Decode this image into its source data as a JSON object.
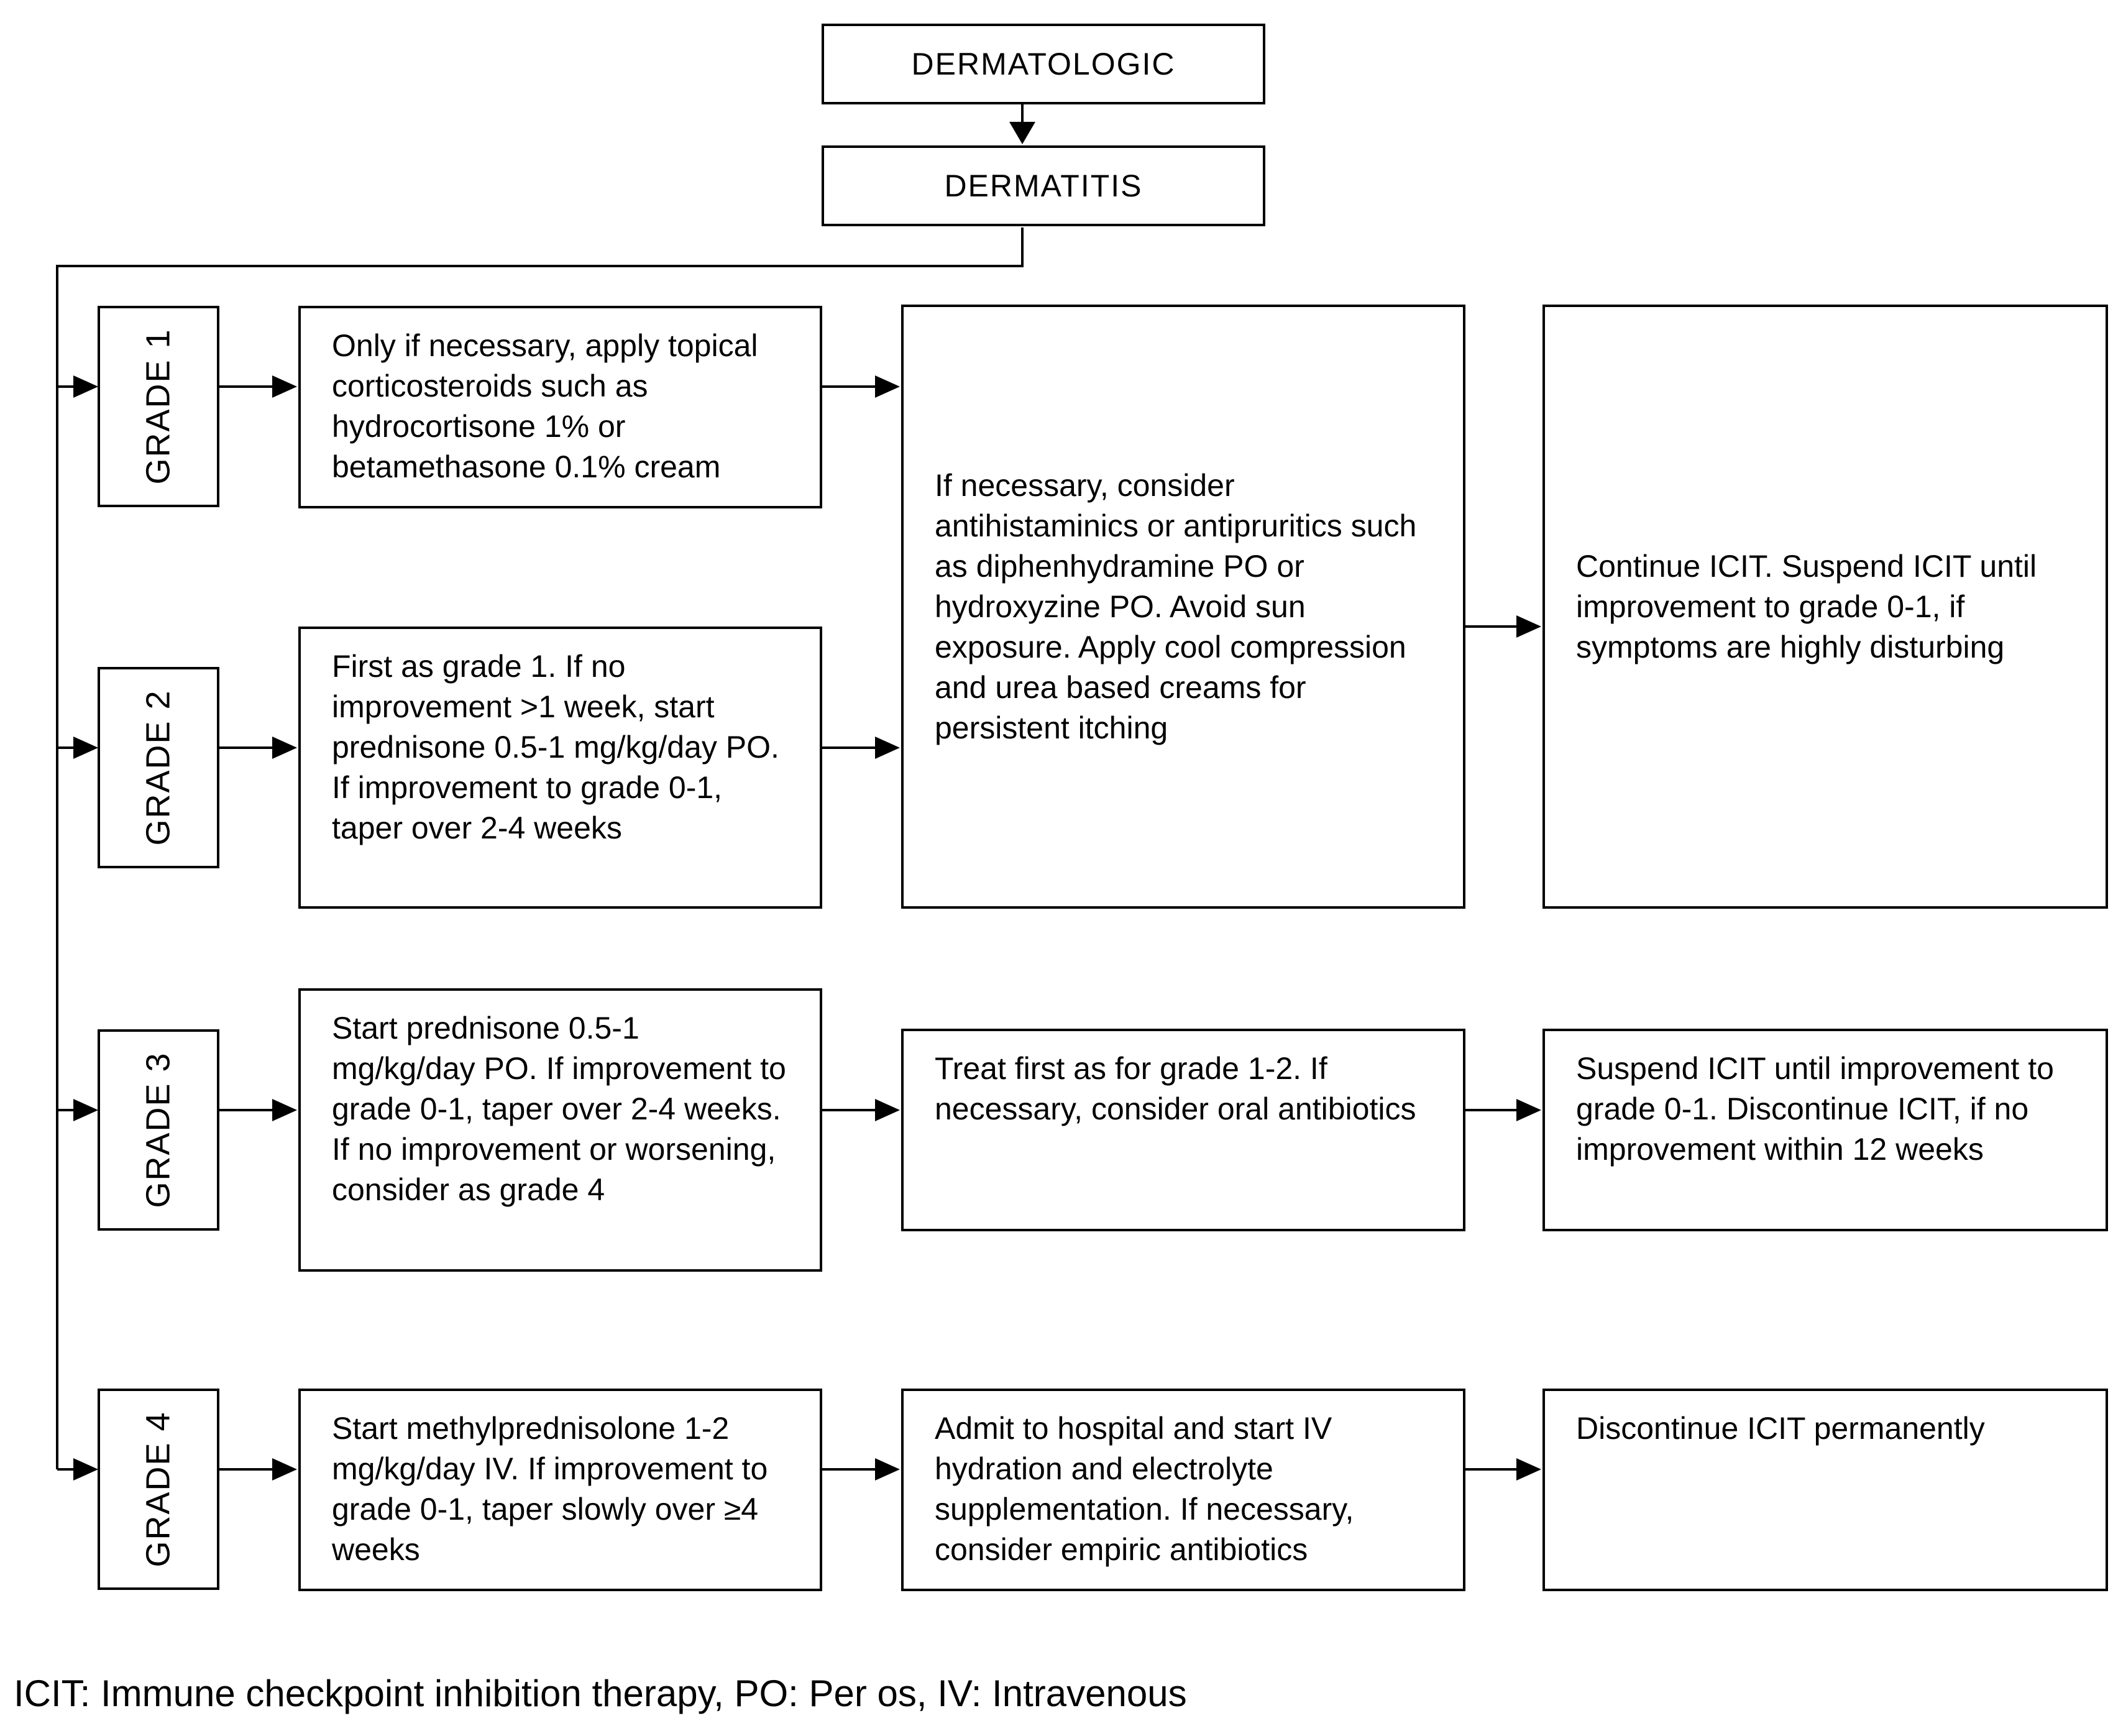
{
  "header": {
    "top": "DERMATOLOGIC",
    "sub": "DERMATITIS"
  },
  "grades": [
    {
      "label": "GRADE 1",
      "treatment": "Only if necessary, apply topical corticosteroids such as hydrocortisone 1% or betamethasone 0.1% cream"
    },
    {
      "label": "GRADE 2",
      "treatment": "First as grade 1. If no improvement >1 week, start prednisone 0.5-1 mg/kg/day PO. If improvement to grade 0-1, taper over 2-4 weeks"
    },
    {
      "label": "GRADE 3",
      "treatment": "Start prednisone 0.5-1 mg/kg/day PO. If improvement to grade 0-1, taper over 2-4 weeks. If no improvement or worsening, consider as grade 4",
      "supportive": "Treat first as for grade 1-2. If necessary, consider oral antibiotics",
      "icit": "Suspend ICIT until improvement to grade 0-1. Discontinue ICIT, if no improvement within 12 weeks"
    },
    {
      "label": "GRADE 4",
      "treatment": "Start methylprednisolone 1-2 mg/kg/day IV. If improvement to grade 0-1, taper slowly over ≥4 weeks",
      "supportive": "Admit to hospital and start IV hydration and electrolyte supplementation. If necessary, consider empiric antibiotics",
      "icit": "Discontinue ICIT permanently"
    }
  ],
  "grade12_shared": {
    "supportive": "If necessary, consider antihistaminics or antipruritics such as diphenhydramine PO or hydroxyzine PO. Avoid sun exposure. Apply cool compression and urea based creams for persistent itching",
    "icit": "Continue ICIT. Suspend ICIT until improvement to grade 0-1, if symptoms are highly disturbing"
  },
  "footnote": "ICIT: Immune checkpoint inhibition therapy, PO: Per os, IV: Intravenous"
}
